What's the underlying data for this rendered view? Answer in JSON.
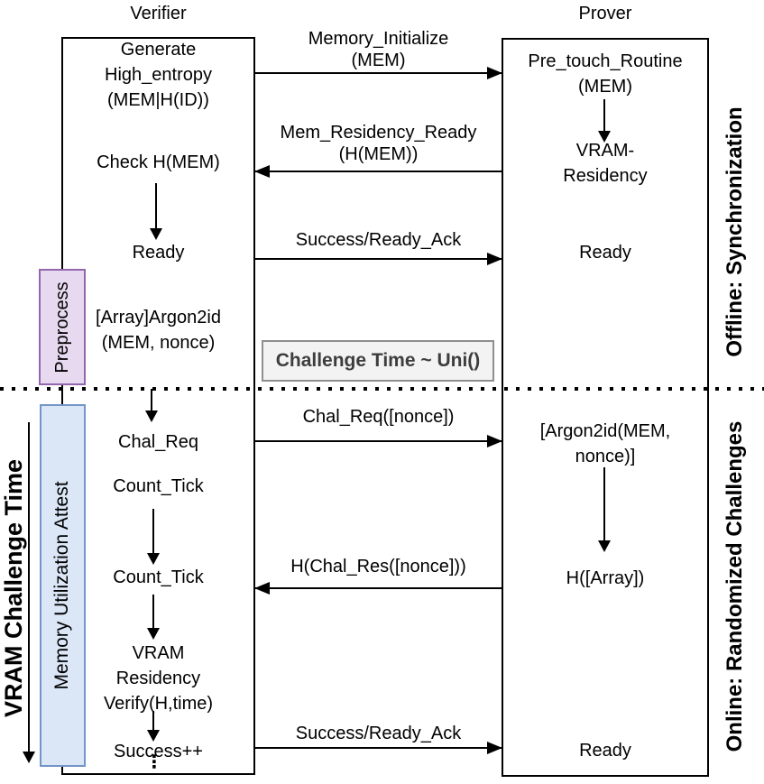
{
  "titles": {
    "verifier": "Verifier",
    "prover": "Prover"
  },
  "phases": {
    "offline_label": "Offline: Synchronization",
    "online_label": "Online: Randomized Challenges",
    "vram_challenge_time_label": "VRAM Challenge Time",
    "preprocess_label": "Preprocess",
    "memory_attest_label": "Memory Utilization Attest",
    "challenge_time_note": "Challenge Time ~ Uni()"
  },
  "verifier_steps": {
    "generate": {
      "lines": [
        "Generate",
        "High_entropy",
        "(MEM|H(ID))"
      ]
    },
    "check_hmem": "Check H(MEM)",
    "ready": "Ready",
    "argon2id": {
      "lines": [
        "[Array]Argon2id",
        "(MEM, nonce)"
      ]
    },
    "chal_req": "Chal_Req",
    "count_tick_1": "Count_Tick",
    "count_tick_2": "Count_Tick",
    "vram_verify": {
      "lines": [
        "VRAM",
        "Residency",
        "Verify(H,time)"
      ]
    },
    "success": "Success++",
    "continuation": "⋮"
  },
  "prover_steps": {
    "pre_touch": {
      "lines": [
        "Pre_touch_Routine",
        "(MEM)"
      ]
    },
    "vram_residency": {
      "lines": [
        "VRAM-",
        "Residency"
      ]
    },
    "ready_offline": "Ready",
    "argon2id": {
      "lines": [
        "[Argon2id(MEM,",
        "nonce)]"
      ]
    },
    "hash_array": "H([Array])",
    "ready_online": "Ready"
  },
  "messages": [
    {
      "id": "memory_initialize",
      "lines": [
        "Memory_Initialize",
        "(MEM)"
      ],
      "direction": "verifier_to_prover"
    },
    {
      "id": "mem_residency_ready",
      "lines": [
        "Mem_Residency_Ready",
        "(H(MEM))"
      ],
      "direction": "prover_to_verifier"
    },
    {
      "id": "success_ready_ack_offline",
      "lines": [
        "Success/Ready_Ack"
      ],
      "direction": "verifier_to_prover"
    },
    {
      "id": "chal_req_nonce",
      "lines": [
        "Chal_Req([nonce])"
      ],
      "direction": "verifier_to_prover"
    },
    {
      "id": "h_chal_res_nonce",
      "lines": [
        "H(Chal_Res([nonce]))"
      ],
      "direction": "prover_to_verifier"
    },
    {
      "id": "success_ready_ack_online",
      "lines": [
        "Success/Ready_Ack"
      ],
      "direction": "verifier_to_prover"
    }
  ],
  "colors": {
    "line": "#000000",
    "preprocess_fill": "#e7d9ef",
    "preprocess_border": "#9467ad",
    "attest_fill": "#dbe6f7",
    "attest_border": "#7495c8",
    "note_fill": "#f3f3f3",
    "note_border": "#8f8f8f",
    "note_text": "#3d3d3d"
  }
}
